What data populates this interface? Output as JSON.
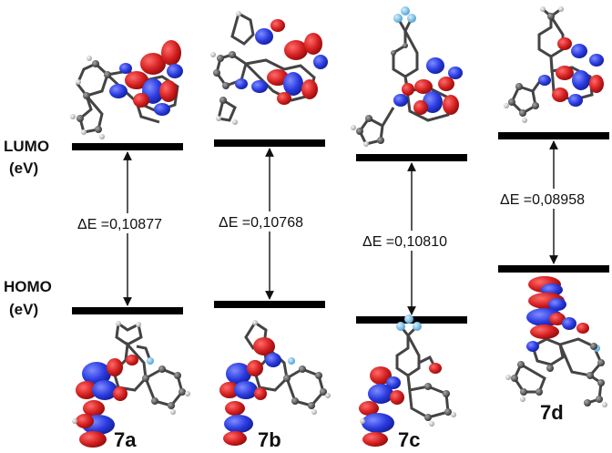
{
  "labels": {
    "lumo_line1": "LUMO",
    "lumo_line2": "(eV)",
    "homo_line1": "HOMO",
    "homo_line2": "(eV)"
  },
  "compounds": [
    {
      "name": "7a",
      "gap_text": "ΔE =0,10877",
      "gap_value": 0.10877
    },
    {
      "name": "7b",
      "gap_text": "ΔE =0,10768",
      "gap_value": 0.10768
    },
    {
      "name": "7c",
      "gap_text": "ΔE =0,10810",
      "gap_value": 0.1081
    },
    {
      "name": "7d",
      "gap_text": "ΔE =0,08958",
      "gap_value": 0.08958
    }
  ],
  "colors": {
    "level_bar": "#000000",
    "orbital_positive": "#d41f1f",
    "orbital_negative": "#2a3be0",
    "atom_carbon": "#555555",
    "atom_hydrogen": "#dddddd",
    "atom_nitrogen": "#3b5bd6",
    "atom_oxygen": "#cc2222",
    "atom_fluorine": "#7fc4e8"
  }
}
